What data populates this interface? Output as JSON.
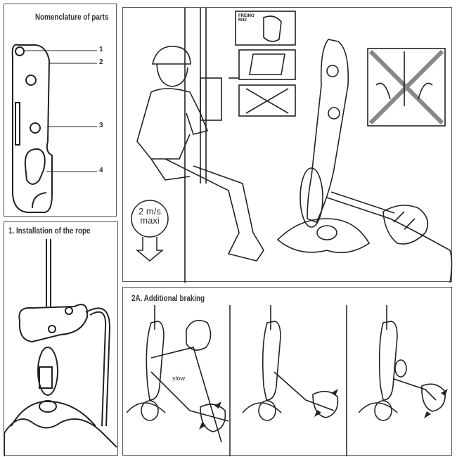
{
  "nomenclature": {
    "title": "Nomenclature of parts",
    "labels": [
      "1",
      "2",
      "3",
      "4"
    ]
  },
  "installation": {
    "title": "1. Installation of the rope"
  },
  "braking": {
    "title": "2A. Additional braking",
    "slow_label": "slow"
  },
  "main": {
    "speed_value": "2 m/s",
    "speed_unit": "maxi",
    "connector_line1": "FREINO",
    "connector_line2": "M42"
  },
  "colors": {
    "stroke": "#222222",
    "grey": "#888888",
    "border": "#555555"
  }
}
